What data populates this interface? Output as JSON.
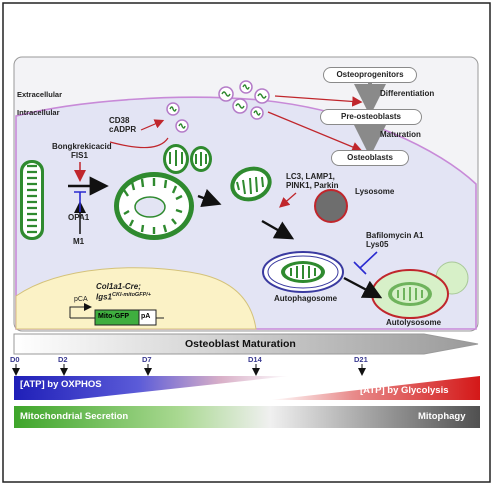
{
  "regions": {
    "extracellular": "Extracellular",
    "intracellular": "Intracellular"
  },
  "secretion": {
    "inhibitors": [
      "Bongkrekicacid",
      "FIS1"
    ],
    "promoters": [
      "OPA1",
      "M1"
    ],
    "cd38": "CD38",
    "cadpr": "cADPR"
  },
  "differentiation": {
    "stages": [
      "Osteoprogenitors",
      "Pre-osteoblasts",
      "Osteoblasts"
    ],
    "steps": [
      "Differentiation",
      "Maturation"
    ]
  },
  "mitophagy": {
    "markers": [
      "LC3, LAMP1,",
      "PINK1, Parkin"
    ],
    "lysosome": "Lysosome",
    "inhibitors": [
      "Bafilomycin A1",
      "Lys05"
    ],
    "autophagosome": "Autophagosome",
    "autolysosome": "Autolysosome"
  },
  "mouse": {
    "line1": "Col1a1-Cre;",
    "line2_main": "Igs1",
    "line2_sup": "CKI-mitoGFP/+",
    "promoter": "pCA",
    "gene": "Mito-GFP",
    "polya": "pA"
  },
  "timeline": {
    "title": "Osteoblast Maturation",
    "days": [
      "D0",
      "D2",
      "D7",
      "D14",
      "D21"
    ],
    "atp_left": "[ATP] by OXPHOS",
    "atp_right": "[ATP] by Glycolysis",
    "process_left": "Mitochondrial Secretion",
    "process_right": "Mitophagy"
  },
  "colors": {
    "membrane": "#c88ad8",
    "mito_green": "#2f8a2f",
    "red_arrow": "#c0262c",
    "oxphos_blue": "#2a2ad0",
    "glycolysis_red": "#d81e1e",
    "secretion_green": "#4aa832",
    "mitophagy_gray": "#5a5a5a"
  }
}
